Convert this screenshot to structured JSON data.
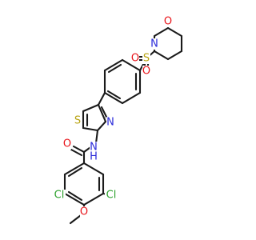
{
  "colors": {
    "carbon": "#1a1a1a",
    "nitrogen": "#2b2bd9",
    "oxygen": "#e8141a",
    "sulfur": "#b8a312",
    "chlorine": "#2ea12e"
  },
  "atoms": [
    {
      "id": "O_morph",
      "label": "O",
      "element": "oxygen"
    },
    {
      "id": "N_morph",
      "label": "N",
      "element": "nitrogen"
    },
    {
      "id": "S_sulfonyl",
      "label": "S",
      "element": "sulfur"
    },
    {
      "id": "O_sulfonyl_left",
      "label": "O",
      "element": "oxygen"
    },
    {
      "id": "O_sulfonyl_right",
      "label": "O",
      "element": "oxygen"
    },
    {
      "id": "S_thiazole",
      "label": "S",
      "element": "sulfur"
    },
    {
      "id": "N_thiazole",
      "label": "N",
      "element": "nitrogen"
    },
    {
      "id": "N_amide",
      "label": "N",
      "element": "nitrogen"
    },
    {
      "id": "H_amide",
      "label": "H",
      "element": "nitrogen"
    },
    {
      "id": "O_carbonyl",
      "label": "O",
      "element": "oxygen"
    },
    {
      "id": "Cl_left",
      "label": "Cl",
      "element": "chlorine"
    },
    {
      "id": "Cl_right",
      "label": "Cl",
      "element": "chlorine"
    },
    {
      "id": "O_methoxy",
      "label": "O",
      "element": "oxygen"
    }
  ]
}
